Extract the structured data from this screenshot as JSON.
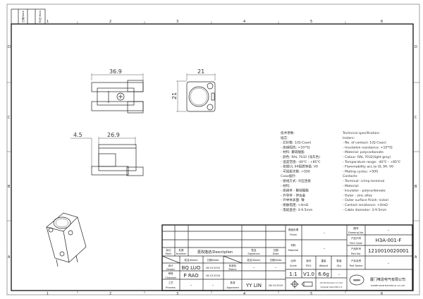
{
  "frame": {
    "columns": [
      "1",
      "2",
      "3",
      "4",
      "5",
      "6"
    ],
    "rows": [
      "D",
      "C",
      "B",
      "A"
    ],
    "corner_labels": [
      "日期/Date",
      "标记 Mark"
    ]
  },
  "dimensions": {
    "top_length": "36.9",
    "front_width": "21",
    "front_height": "21",
    "side_offset": "4.5",
    "side_length": "26.9"
  },
  "spec_cn": [
    "技术参数:",
    "插芯:",
    "- 芯针数: 1(Q-Coax)",
    "- 绝缘阻抗: >10¹⁰Ω",
    "- 材料: 聚碳酸酯",
    "- 颜色: RAL 7032 (浅灰色)",
    "- 温度范围: -40℃ - +85℃",
    "- 依据UL 94阻燃等级: V0",
    "- 可插拔次数: >500",
    "Coax插针:",
    "- 接线方式: 冷压连接",
    "- 材料:",
    "   - 绝缘体 - 聚碳酸酯",
    "   - 外导体 - 锌合金",
    "- 外导体表面: 镍",
    "- 接触电阻: <4mΩ",
    "- 电缆直径: 3-9.5mm"
  ],
  "spec_en": [
    "Technical specification:",
    "Insters:",
    "- No. of contact: 1(Q-Coax)",
    "- Insulation resistance: >10¹⁰Ω",
    "- Material: polycarbonate",
    "- Colour: RAL 7032(light grey)",
    "- Temperature range: -40℃ - +85℃",
    "- Flammability acc.to UL 94: V0",
    "- Mating cycles: >500",
    "Contacts:",
    "- Terminal: crimp terminal",
    "- Material:",
    "    · Insulator - polycarbonate",
    "    · Outer - zinc alloy",
    "- Outer surface finish: nickel",
    "- Contact resistance: <4mΩ",
    "- Cable diameter: 3-9.5mm"
  ],
  "title_block": {
    "mark_cn": "标记",
    "mark": "Mark",
    "number_cn": "处数",
    "number": "Number",
    "description": "更改描述/Description",
    "signature_cn": "签名",
    "signature": "Signature",
    "date_cn": "日期",
    "date": "Date",
    "name_header": "姓名/Name",
    "date_header": "日期/Date",
    "drawn_cn": "设计",
    "drawn": "Drawn",
    "checked_cn": "审核",
    "checked": "Checked",
    "process_cn": "工艺",
    "process": "Process",
    "stand_cn": "标准化",
    "stand": "Stand.",
    "approved_cn": "批准",
    "approved": "Approved",
    "drawn_name": "BQ LUO",
    "drawn_date": "18.10.2010",
    "checked_name": "P RAO",
    "checked_date": "18.10.2010",
    "process_name": "–",
    "process_date": "–",
    "stand_name": "–",
    "stand_date": "–",
    "approved_name": "YY LIN",
    "approved_date": "18.10.2010",
    "finish_cn": "表面处理",
    "finish": "Finish",
    "finish_value": "–",
    "material_cn": "材料",
    "material": "Material",
    "material_value": "–",
    "scale_cn": "比例",
    "scale": "Scale",
    "scale_value": "1:1",
    "rev_cn": "版本",
    "rev": "REV.",
    "rev_value": "V1.0",
    "weight_cn": "重量",
    "weight": "Weight",
    "weight_value": "6.6g",
    "qty_cn": "数量",
    "qty": "Qty.",
    "qty_value": "–",
    "dims_note_1": "All Dimensions in mm",
    "dims_note_2": "Original Size DIN A 4",
    "drawing_no_cn": "图号",
    "drawing_no": "Drawing No.",
    "drawing_no_value": "–",
    "part_code_cn": "产品代号",
    "part_code": "Part Code",
    "part_code_value": "H3A-001-F",
    "part_no_cn": "产品料号",
    "part_no": "Part No.",
    "part_no_value": "1210010020001",
    "part_name_cn": "产品名称",
    "part_name": "Part Name",
    "part_name_value": "–",
    "logo": "WAIN",
    "company_cn": "厦门唯恩电气有限公司",
    "company_en": "XIAMEN WAIN ELECTRICAL CO.,LTD"
  }
}
